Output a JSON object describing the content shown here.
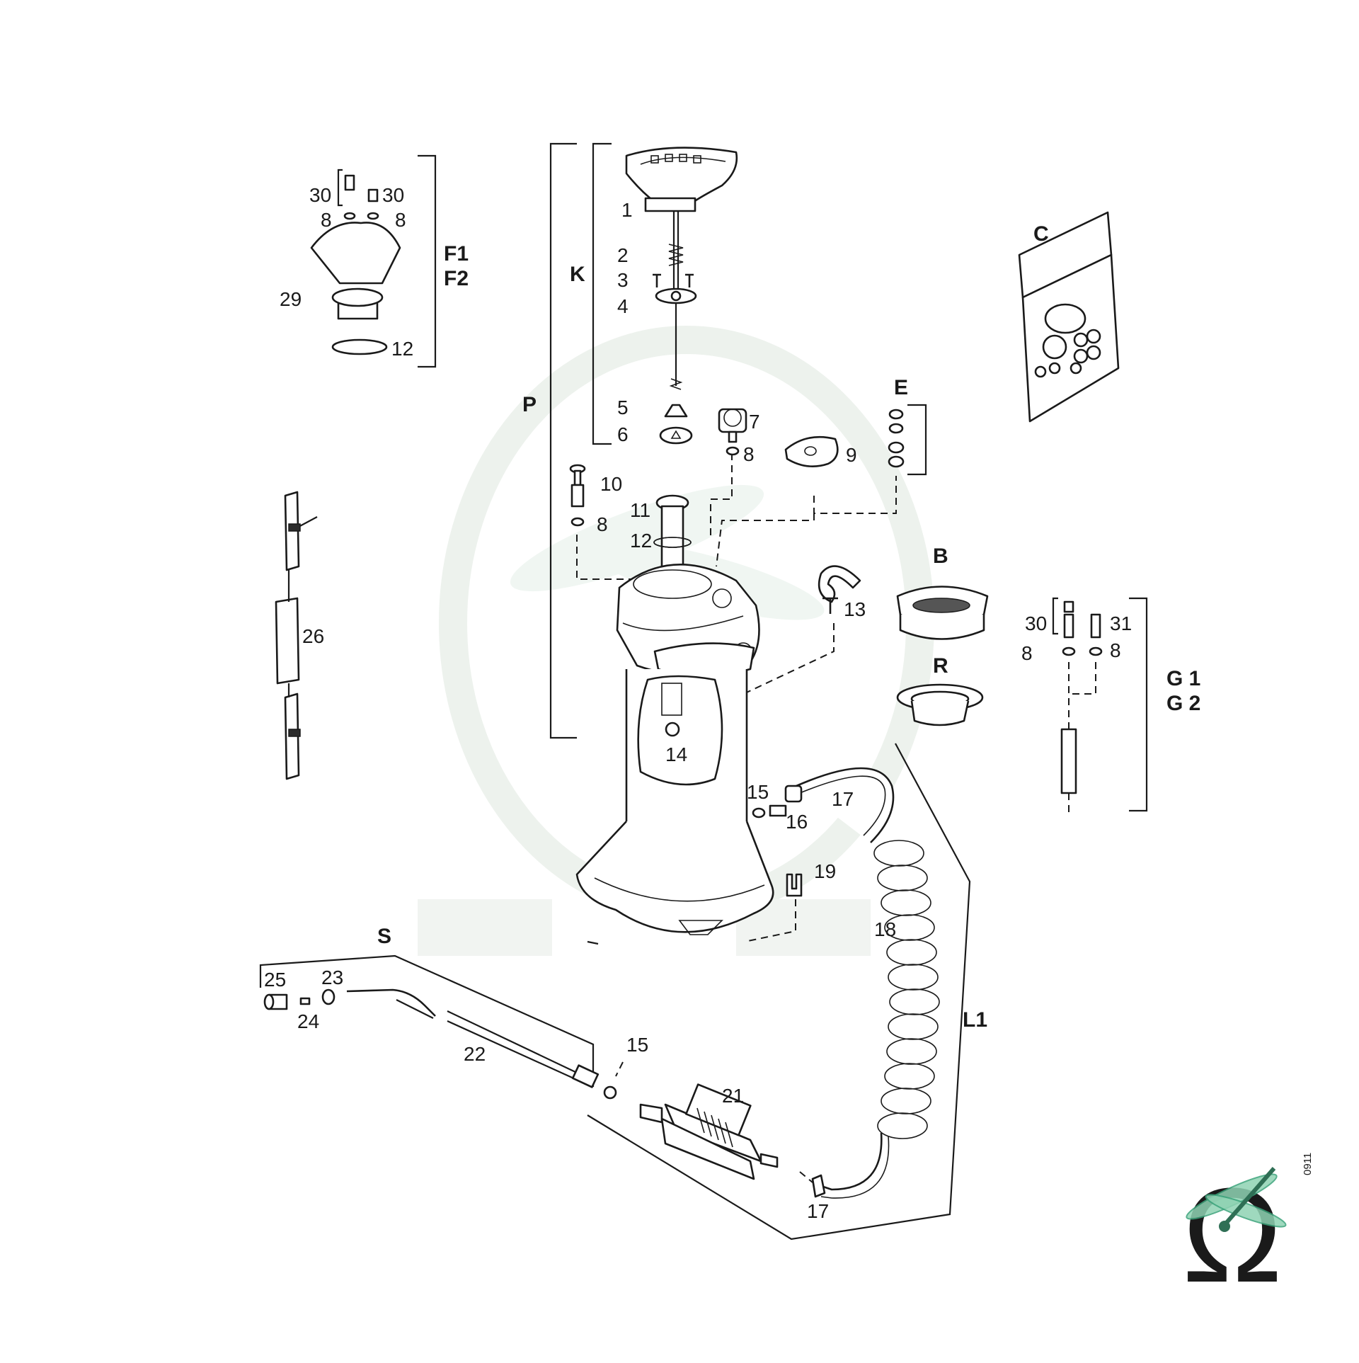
{
  "labels": {
    "n1": "1",
    "n2": "2",
    "n3": "3",
    "n4": "4",
    "n5": "5",
    "n6": "6",
    "n7": "7",
    "n8a": "8",
    "n8b": "8",
    "n8c": "8",
    "n8d": "8",
    "n8e": "8",
    "n8f": "8",
    "n9": "9",
    "n10": "10",
    "n11": "11",
    "n12a": "12",
    "n12b": "12",
    "n13": "13",
    "n14": "14",
    "n15a": "15",
    "n15b": "15",
    "n16": "16",
    "n17a": "17",
    "n17b": "17",
    "n18": "18",
    "n19": "19",
    "n21": "21",
    "n22": "22",
    "n23": "23",
    "n24": "24",
    "n25": "25",
    "n26": "26",
    "n29": "29",
    "n30a": "30",
    "n30b": "30",
    "n30c": "30",
    "n31": "31"
  },
  "groups": {
    "P": "P",
    "K": "K",
    "F1": "F1",
    "F2": "F2",
    "C": "C",
    "E": "E",
    "B": "B",
    "R": "R",
    "G1": "G 1",
    "G2": "G 2",
    "S": "S",
    "L1": "L1"
  },
  "drawing_code": "0911",
  "watermark_text": "Ω",
  "colors": {
    "line": "#1a1a1a",
    "watermark": "#dfe8df",
    "logo_omega": "#1f1f1f",
    "logo_dragonfly": "#3aa37a"
  },
  "icons": [
    "omega-dragonfly-logo",
    "watermark-logo"
  ]
}
